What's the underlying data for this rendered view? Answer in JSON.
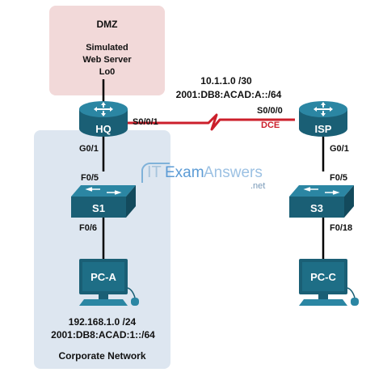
{
  "zones": {
    "dmz": {
      "title": "DMZ",
      "server_label_1": "Simulated",
      "server_label_2": "Web Server",
      "loopback": "Lo0"
    },
    "corporate": {
      "title": "Corporate Network",
      "ipv4": "192.168.1.0 /24",
      "ipv6": "2001:DB8:ACAD:1::/64"
    }
  },
  "wan": {
    "ipv4": "10.1.1.0 /30",
    "ipv6": "2001:DB8:ACAD:A::/64",
    "dce": "DCE"
  },
  "devices": {
    "hq": "HQ",
    "isp": "ISP",
    "s1": "S1",
    "s3": "S3",
    "pca": "PC-A",
    "pcc": "PC-C"
  },
  "ports": {
    "hq_wan": "S0/0/1",
    "isp_wan": "S0/0/0",
    "hq_lan": "G0/1",
    "s1_up": "F0/5",
    "s1_down": "F0/6",
    "isp_lan": "G0/1",
    "s3_up": "F0/5",
    "s3_down": "F0/18"
  },
  "watermark": {
    "brand_it": "IT",
    "brand_exam": "Exam",
    "brand_answers": "Answers",
    "suffix": ".net"
  },
  "colors": {
    "dmz_fill": "#f2d9d9",
    "corp_fill": "#dde6f0",
    "link_red": "#cc1f2b",
    "device_teal": "#1e6e86",
    "watermark_blue": "#5b9bd5"
  }
}
